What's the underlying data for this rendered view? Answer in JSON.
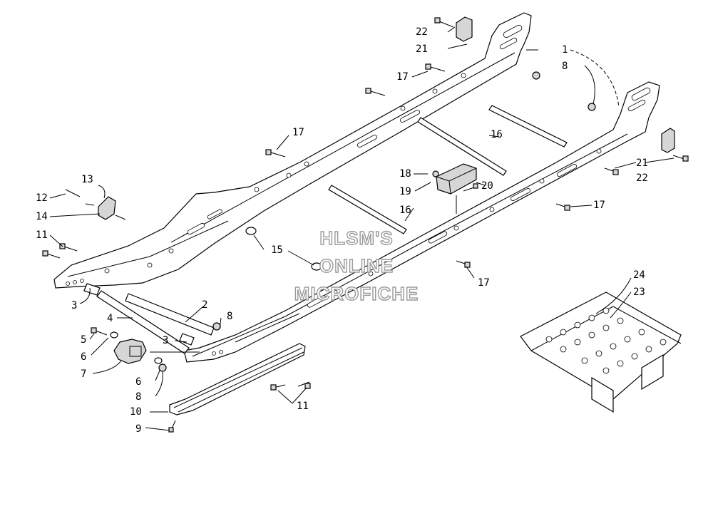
{
  "watermark": {
    "line1": "HLSM'S",
    "line2": "ONLINE",
    "line3": "MICROFICHE"
  },
  "callouts": [
    {
      "id": "c1",
      "text": "1"
    },
    {
      "id": "c2",
      "text": "2"
    },
    {
      "id": "c3a",
      "text": "3"
    },
    {
      "id": "c3b",
      "text": "3"
    },
    {
      "id": "c4",
      "text": "4"
    },
    {
      "id": "c5",
      "text": "5"
    },
    {
      "id": "c6a",
      "text": "6"
    },
    {
      "id": "c6b",
      "text": "6"
    },
    {
      "id": "c7",
      "text": "7"
    },
    {
      "id": "c8a",
      "text": "8"
    },
    {
      "id": "c8b",
      "text": "8"
    },
    {
      "id": "c8c",
      "text": "8"
    },
    {
      "id": "c9",
      "text": "9"
    },
    {
      "id": "c10",
      "text": "10"
    },
    {
      "id": "c11a",
      "text": "11"
    },
    {
      "id": "c11b",
      "text": "11"
    },
    {
      "id": "c12",
      "text": "12"
    },
    {
      "id": "c13",
      "text": "13"
    },
    {
      "id": "c14",
      "text": "14"
    },
    {
      "id": "c15",
      "text": "15"
    },
    {
      "id": "c16a",
      "text": "16"
    },
    {
      "id": "c16b",
      "text": "16"
    },
    {
      "id": "c17a",
      "text": "17"
    },
    {
      "id": "c17b",
      "text": "17"
    },
    {
      "id": "c17c",
      "text": "17"
    },
    {
      "id": "c17d",
      "text": "17"
    },
    {
      "id": "c18",
      "text": "18"
    },
    {
      "id": "c19",
      "text": "19"
    },
    {
      "id": "c20",
      "text": "20"
    },
    {
      "id": "c21a",
      "text": "21"
    },
    {
      "id": "c21b",
      "text": "21"
    },
    {
      "id": "c22a",
      "text": "22"
    },
    {
      "id": "c22b",
      "text": "22"
    },
    {
      "id": "c23",
      "text": "23"
    },
    {
      "id": "c24",
      "text": "24"
    }
  ]
}
